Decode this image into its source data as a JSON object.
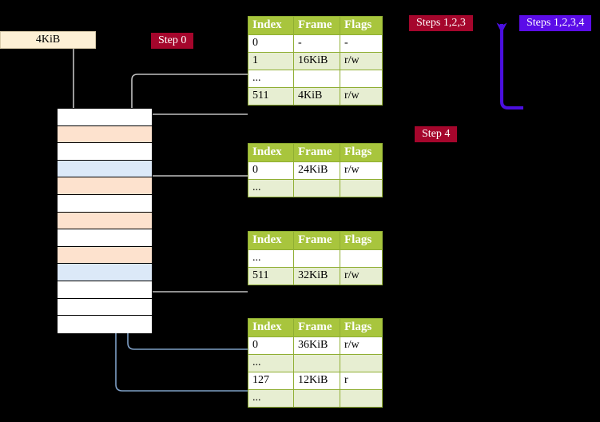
{
  "labels": {
    "kib_bar": "4KiB",
    "step0": "Step 0",
    "step4": "Step 4",
    "steps123": "Steps 1,2,3",
    "steps1234": "Steps 1,2,3,4"
  },
  "colors": {
    "crimson_badge": "#a5062c",
    "violet_badge": "#5b0ce8",
    "violet_arrow": "#4b0fe0",
    "table_header": "#a8c53d",
    "table_border": "#8fae33",
    "table_alt_row": "#e7eed2",
    "highlight_cell": "#fcf7a6",
    "memory_orange": "#fde2ce",
    "memory_blue": "#dce9f8",
    "kib_bar_fill": "#fdf0d5",
    "connector_gray": "#b8b8b8",
    "connector_blue": "#7e9fc6"
  },
  "tables": [
    {
      "name": "page-table-level-1",
      "headers": [
        "Index",
        "Frame",
        "Flags"
      ],
      "rows": [
        {
          "cells": [
            "0",
            "-",
            "-"
          ],
          "alt": false,
          "highlight": false
        },
        {
          "cells": [
            "1",
            "16KiB",
            "r/w"
          ],
          "alt": true,
          "highlight": false
        },
        {
          "cells": [
            "...",
            "",
            ""
          ],
          "alt": false,
          "highlight": false
        },
        {
          "cells": [
            "511",
            "4KiB",
            "r/w"
          ],
          "alt": true,
          "highlight": true
        }
      ]
    },
    {
      "name": "page-table-level-2",
      "headers": [
        "Index",
        "Frame",
        "Flags"
      ],
      "rows": [
        {
          "cells": [
            "0",
            "24KiB",
            "r/w"
          ],
          "alt": false,
          "highlight": false
        },
        {
          "cells": [
            "...",
            "",
            ""
          ],
          "alt": true,
          "highlight": false
        }
      ]
    },
    {
      "name": "page-table-level-3",
      "headers": [
        "Index",
        "Frame",
        "Flags"
      ],
      "rows": [
        {
          "cells": [
            "...",
            "",
            ""
          ],
          "alt": false,
          "highlight": false
        },
        {
          "cells": [
            "511",
            "32KiB",
            "r/w"
          ],
          "alt": true,
          "highlight": false
        }
      ]
    },
    {
      "name": "page-table-level-4",
      "headers": [
        "Index",
        "Frame",
        "Flags"
      ],
      "rows": [
        {
          "cells": [
            "0",
            "36KiB",
            "r/w"
          ],
          "alt": false,
          "highlight": false
        },
        {
          "cells": [
            "...",
            "",
            ""
          ],
          "alt": true,
          "highlight": false
        },
        {
          "cells": [
            "127",
            "12KiB",
            "r"
          ],
          "alt": false,
          "highlight": false
        },
        {
          "cells": [
            "...",
            "",
            ""
          ],
          "alt": true,
          "highlight": false
        }
      ]
    }
  ],
  "memory": {
    "name": "physical-memory-column",
    "row_count": 13,
    "rows": [
      {
        "fill": "white"
      },
      {
        "fill": "orange"
      },
      {
        "fill": "white"
      },
      {
        "fill": "blue"
      },
      {
        "fill": "orange"
      },
      {
        "fill": "white"
      },
      {
        "fill": "orange"
      },
      {
        "fill": "white"
      },
      {
        "fill": "orange"
      },
      {
        "fill": "blue"
      },
      {
        "fill": "white"
      },
      {
        "fill": "white"
      },
      {
        "fill": "white"
      }
    ]
  }
}
